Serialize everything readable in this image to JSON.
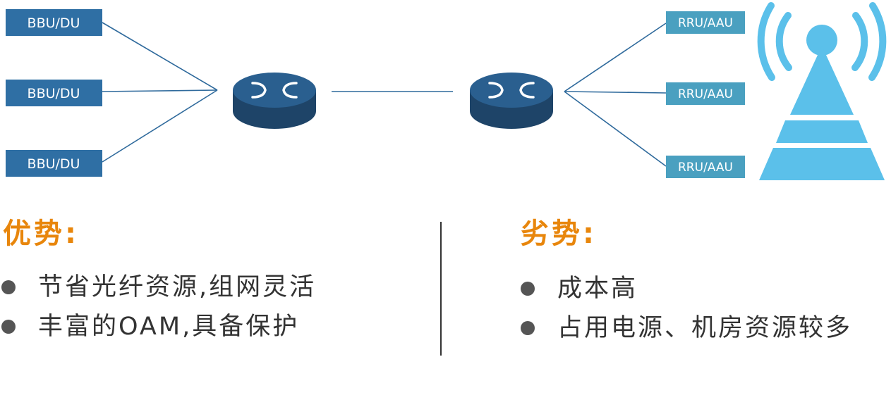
{
  "diagram": {
    "bbu_labels": [
      "BBU/DU",
      "BBU/DU",
      "BBU/DU"
    ],
    "rru_labels": [
      "RRU/AAU",
      "RRU/AAU",
      "RRU/AAU"
    ],
    "colors": {
      "bbu_box": "#2f6fa4",
      "rru_box": "#4aa0c0",
      "line": "#2f6a9c",
      "router_top": "#2a5f8f",
      "router_side": "#1e4468",
      "tower": "#5bc0ea"
    },
    "icons": [
      "router-icon",
      "router-icon",
      "antenna-tower-icon",
      "radio-wave-icon"
    ]
  },
  "advantages": {
    "heading": "优势:",
    "items": [
      "节省光纤资源,组网灵活",
      "丰富的OAM,具备保护"
    ]
  },
  "disadvantages": {
    "heading": "劣势:",
    "items": [
      "成本高",
      "占用电源、机房资源较多"
    ]
  }
}
